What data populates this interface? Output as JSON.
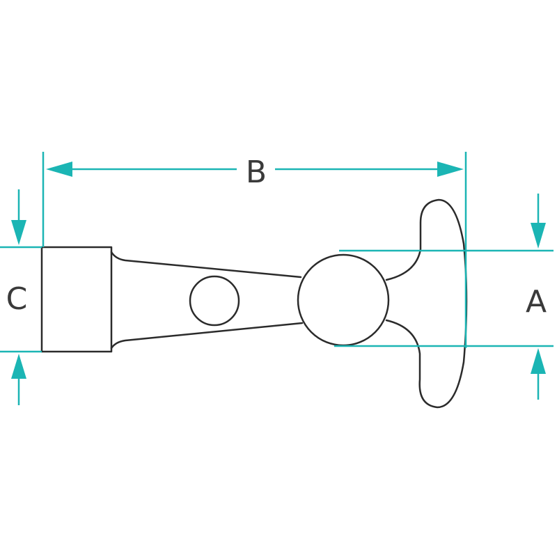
{
  "labels": {
    "a": "A",
    "b": "B",
    "c": "C"
  },
  "colors": {
    "dimension": "#1bb5b4",
    "outline": "#2b2b2b",
    "label": "#3a3a3a",
    "background": "#ffffff"
  }
}
